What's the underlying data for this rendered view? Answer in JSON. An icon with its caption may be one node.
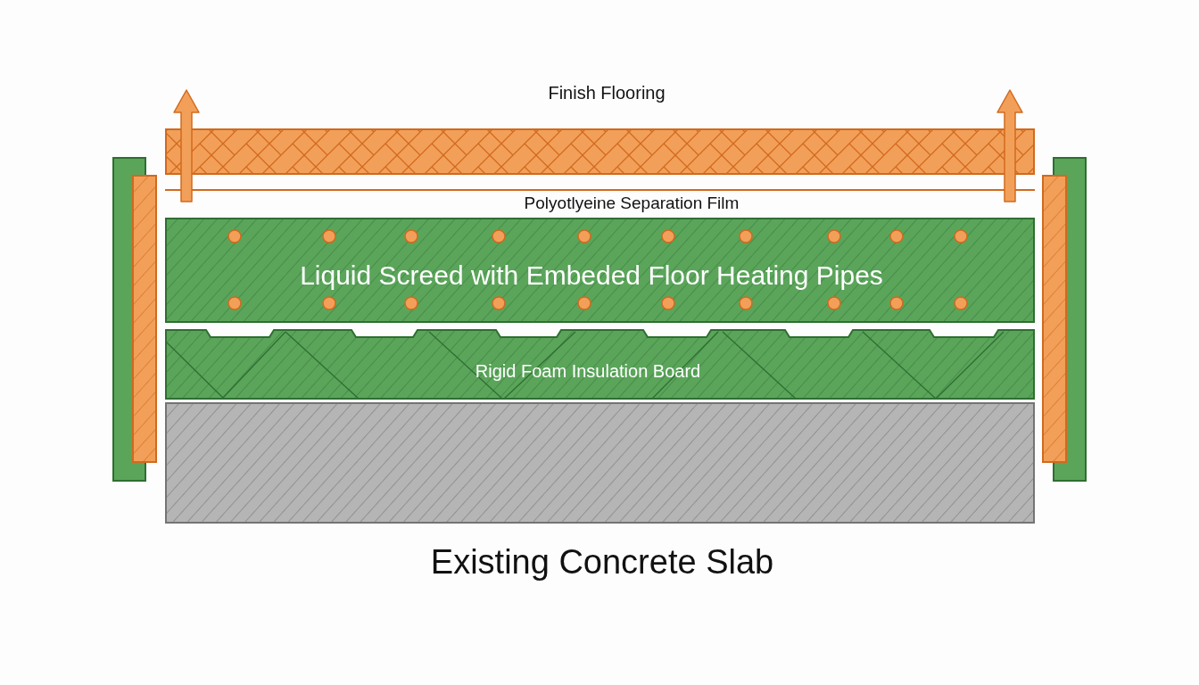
{
  "diagram": {
    "nodes": [
      {
        "text": [
          "Finish Flooring"
        ]
      },
      {
        "text": [
          "Polyotlyeine Separation Film"
        ]
      },
      {
        "text": [
          "Liquid Screed with Embeded Floor Heating Pipes"
        ]
      },
      {
        "text": [
          "Rigid Foam Insulation Board"
        ]
      },
      {
        "text": [
          "Existing Concrete Slab"
        ]
      }
    ]
  }
}
